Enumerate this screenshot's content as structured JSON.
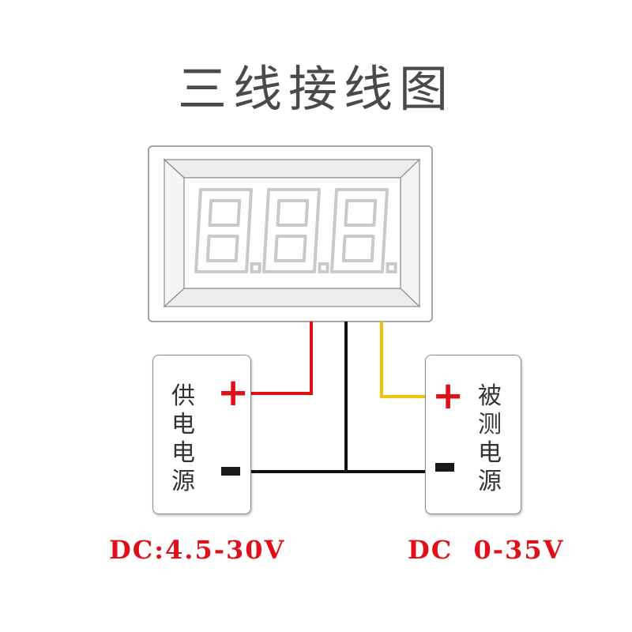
{
  "title": "三线接线图",
  "display": {
    "digits": [
      "8",
      "8",
      "8"
    ]
  },
  "supply": {
    "label_chars": [
      "供",
      "电",
      "电",
      "源"
    ],
    "plus": "+",
    "minus": "−",
    "range": "DC:4.5-30V"
  },
  "measured": {
    "label_chars": [
      "被",
      "测",
      "电",
      "源"
    ],
    "plus": "+",
    "minus": "−",
    "range": "DC  0-35V"
  },
  "colors": {
    "red_wire": "#e01010",
    "black_wire": "#111111",
    "yellow_wire": "#f2c20a",
    "text_red": "#e0101a",
    "segment": "#c9c9c9"
  }
}
